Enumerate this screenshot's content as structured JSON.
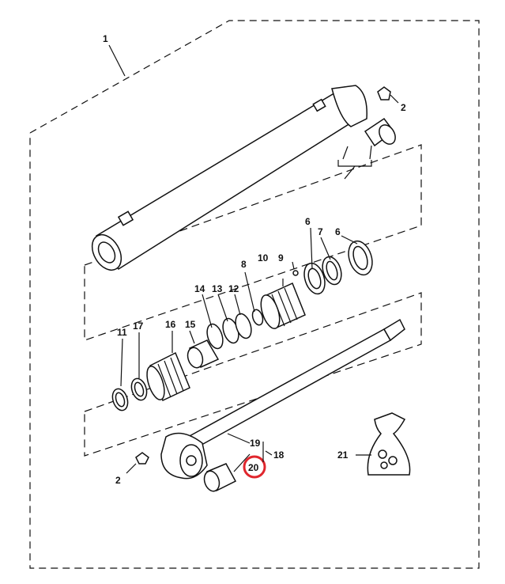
{
  "callouts": [
    {
      "id": "c1",
      "text": "1"
    },
    {
      "id": "c2a",
      "text": "2"
    },
    {
      "id": "c2b",
      "text": "2"
    },
    {
      "id": "c6a",
      "text": "6"
    },
    {
      "id": "c7",
      "text": "7"
    },
    {
      "id": "c6b",
      "text": "6"
    },
    {
      "id": "c8",
      "text": "8"
    },
    {
      "id": "c9",
      "text": "9"
    },
    {
      "id": "c10",
      "text": "10"
    },
    {
      "id": "c14",
      "text": "14"
    },
    {
      "id": "c13",
      "text": "13"
    },
    {
      "id": "c12",
      "text": "12"
    },
    {
      "id": "c11",
      "text": "11"
    },
    {
      "id": "c17",
      "text": "17"
    },
    {
      "id": "c16",
      "text": "16"
    },
    {
      "id": "c15",
      "text": "15"
    },
    {
      "id": "c19",
      "text": "19"
    },
    {
      "id": "c18",
      "text": "18"
    },
    {
      "id": "c20",
      "text": "20"
    },
    {
      "id": "c21",
      "text": "21"
    }
  ],
  "highlight": {
    "callout": "20",
    "color": "#e0262d"
  }
}
